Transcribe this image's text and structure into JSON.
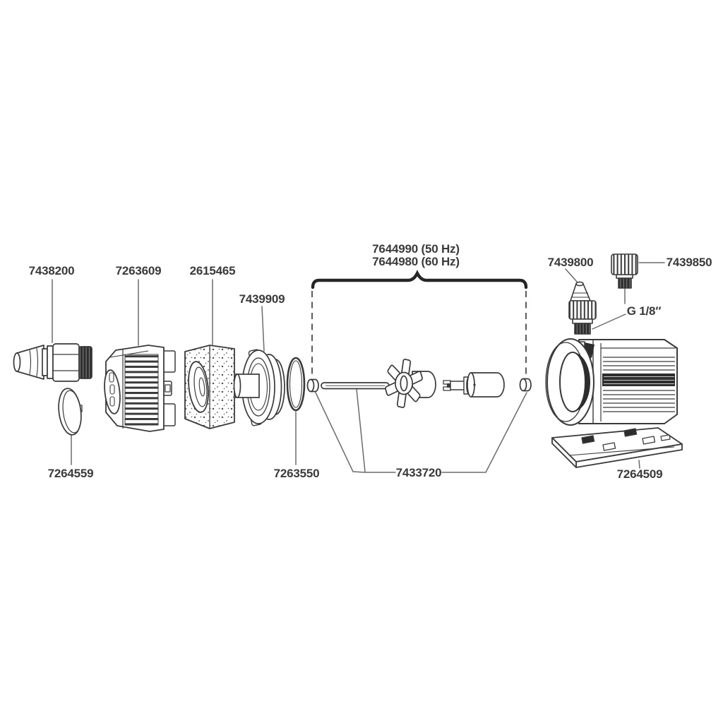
{
  "diagram": {
    "type": "exploded-parts-diagram",
    "colors": {
      "background": "#ffffff",
      "line": "#3a3a3a",
      "label_text": "#3a3a3a",
      "leader_line": "#6b6b6b",
      "dark_fill": "#2d2d2d"
    },
    "labels": {
      "tap_connector": "7438200",
      "pump_cover": "7263609",
      "filter_foam": "2615465",
      "impeller_cover": "7439909",
      "impeller_assembly_50hz": "7644990 (50 Hz)",
      "impeller_assembly_60hz": "7644980 (60 Hz)",
      "nozzle_fitting": "7439800",
      "sealing_plug": "7439850",
      "thread_size": "G 1/8″",
      "suction_disc": "7264559",
      "o_ring": "7263550",
      "shaft_with_bushings": "7433720",
      "base_plate": "7264509"
    }
  }
}
